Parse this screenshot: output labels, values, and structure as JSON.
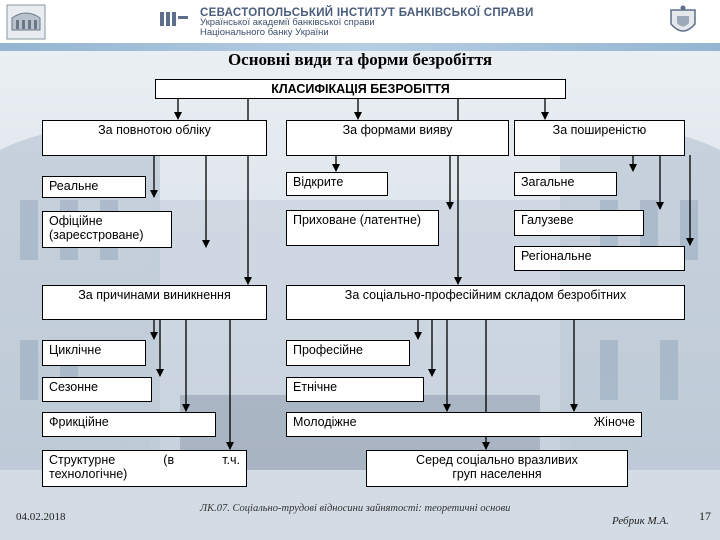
{
  "header": {
    "institute": "СЕВАСТОПОЛЬСЬКИЙ ІНСТИТУТ БАНКІВСЬКОЇ СПРАВИ",
    "subtitle_line1": "Української академії банківської справи",
    "subtitle_line2": "Національного банку України",
    "left_logo_icon": "university-building-emblem-icon",
    "right_logo_icon": "coat-of-arms-icon"
  },
  "title": "Основні види та форми безробіття",
  "diagram": {
    "root": "КЛАСИФІКАЦІЯ БЕЗРОБІТТЯ",
    "registration": {
      "label": "За повнотою обліку",
      "items": [
        "Реальне",
        "Офіційне (зареєстроване)"
      ]
    },
    "forms": {
      "label": "За формами вияву",
      "items": [
        "Відкрите",
        "Приховане (латентне)"
      ]
    },
    "scope": {
      "label": "За поширеністю",
      "items": [
        "Загальне",
        "Галузеве",
        "Регіональне"
      ]
    },
    "causes": {
      "label": "За причинами виникнення",
      "items": [
        "Циклічне",
        "Сезонне",
        "Фрикційне"
      ],
      "structural": [
        "Структурне",
        "(в",
        "т.ч.",
        "технологічне)"
      ]
    },
    "social": {
      "label": "За соціально-професійним складом безробітних",
      "items": [
        "Професійне",
        "Етнічне"
      ],
      "youth": "Молодіжне",
      "female": "Жіноче",
      "vulnerable": "Серед соціально вразливих груп населення"
    }
  },
  "footer": {
    "date": "04.02.2018",
    "course": "ЛК.07. Соціально-трудові відносини зайнятості: теоретичні основи",
    "author": "Ребрик М.А.",
    "page": "17"
  },
  "colors": {
    "background": "#dfe6ee",
    "header_text": "#4a5d7c",
    "box_border": "#000000"
  }
}
